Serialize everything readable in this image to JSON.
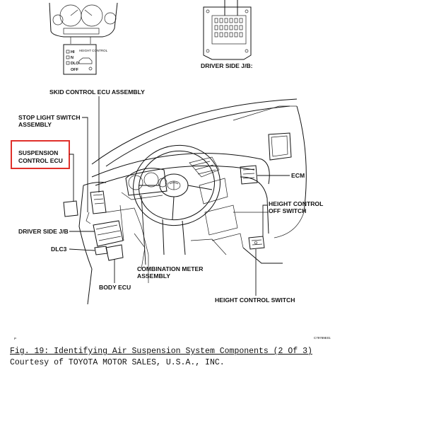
{
  "labels": {
    "height_control_switch_panel": "HEIGHT CONTROL",
    "panel_hi": "HI",
    "panel_n": "N",
    "panel_dlo": "DLO",
    "panel_off": "OFF",
    "driver_side_jb_top": "DRIVER SIDE J/B:",
    "skid_control_ecu": "SKID CONTROL ECU ASSEMBLY",
    "stop_light_switch_1": "STOP LIGHT SWITCH",
    "stop_light_switch_2": "ASSEMBLY",
    "suspension_control_ecu_1": "SUSPENSION",
    "suspension_control_ecu_2": "CONTROL ECU",
    "ecm": "ECM",
    "height_control_off_switch_1": "HEIGHT CONTROL",
    "height_control_off_switch_2": "OFF SWITCH",
    "driver_side_jb": "DRIVER SIDE J/B",
    "dlc3": "DLC3",
    "combination_meter_1": "COMBINATION METER",
    "combination_meter_2": "ASSEMBLY",
    "body_ecu": "BODY ECU",
    "height_control_switch": "HEIGHT CONTROL SWITCH",
    "corner_p": "P",
    "figure_code": "C79789E01"
  },
  "caption": {
    "title": "Fig. 19: Identifying Air Suspension System Components (2 Of 3)",
    "credit": "Courtesy of TOYOTA MOTOR SALES, U.S.A., INC."
  },
  "colors": {
    "highlight_box": "#e0302a",
    "line": "#111111"
  }
}
